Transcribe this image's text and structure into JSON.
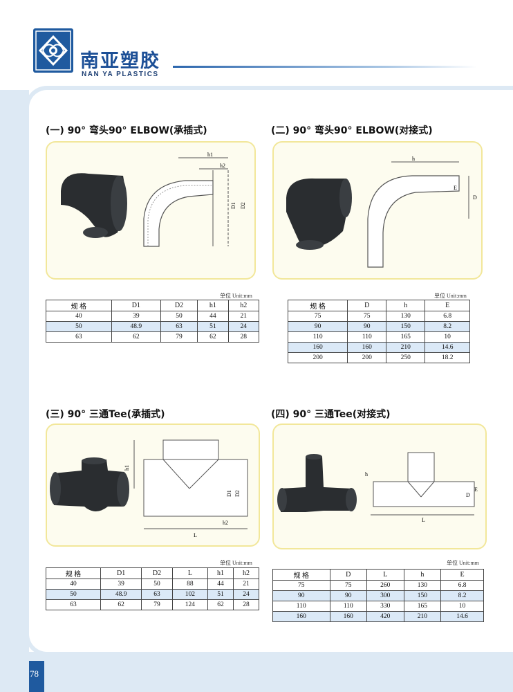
{
  "header": {
    "brand_cn": "南亚塑胶",
    "brand_en": "NAN YA PLASTICS"
  },
  "page_number": "78",
  "sections": [
    {
      "title": "(一) 90° 弯头90° ELBOW(承插式)",
      "unit": "单位 Unit:mm",
      "headers": [
        "规 格",
        "D1",
        "D2",
        "h1",
        "h2"
      ],
      "rows": [
        [
          "40",
          "39",
          "50",
          "44",
          "21"
        ],
        [
          "50",
          "48.9",
          "63",
          "51",
          "24"
        ],
        [
          "63",
          "62",
          "79",
          "62",
          "28"
        ]
      ]
    },
    {
      "title": "(二) 90° 弯头90° ELBOW(对接式)",
      "unit": "单位 Unit:mm",
      "headers": [
        "规 格",
        "D",
        "h",
        "E"
      ],
      "rows": [
        [
          "75",
          "75",
          "130",
          "6.8"
        ],
        [
          "90",
          "90",
          "150",
          "8.2"
        ],
        [
          "110",
          "110",
          "165",
          "10"
        ],
        [
          "160",
          "160",
          "210",
          "14.6"
        ],
        [
          "200",
          "200",
          "250",
          "18.2"
        ]
      ]
    },
    {
      "title": "(三) 90° 三通Tee(承插式)",
      "unit": "单位 Unit:mm",
      "headers": [
        "规 格",
        "D1",
        "D2",
        "L",
        "h1",
        "h2"
      ],
      "rows": [
        [
          "40",
          "39",
          "50",
          "88",
          "44",
          "21"
        ],
        [
          "50",
          "48.9",
          "63",
          "102",
          "51",
          "24"
        ],
        [
          "63",
          "62",
          "79",
          "124",
          "62",
          "28"
        ]
      ]
    },
    {
      "title": "(四) 90° 三通Tee(对接式)",
      "unit": "单位 Unit:mm",
      "headers": [
        "规 格",
        "D",
        "L",
        "h",
        "E"
      ],
      "rows": [
        [
          "75",
          "75",
          "260",
          "130",
          "6.8"
        ],
        [
          "90",
          "90",
          "300",
          "150",
          "8.2"
        ],
        [
          "110",
          "110",
          "330",
          "165",
          "10"
        ],
        [
          "160",
          "160",
          "420",
          "210",
          "14.6"
        ]
      ]
    }
  ],
  "diagram_labels": {
    "elbow_socket": [
      "h1",
      "h2",
      "D1",
      "D2"
    ],
    "elbow_butt": [
      "h",
      "E",
      "D"
    ],
    "tee_socket": [
      "h1",
      "D1",
      "D2",
      "h2",
      "L"
    ],
    "tee_butt": [
      "h",
      "D",
      "E",
      "L"
    ]
  }
}
